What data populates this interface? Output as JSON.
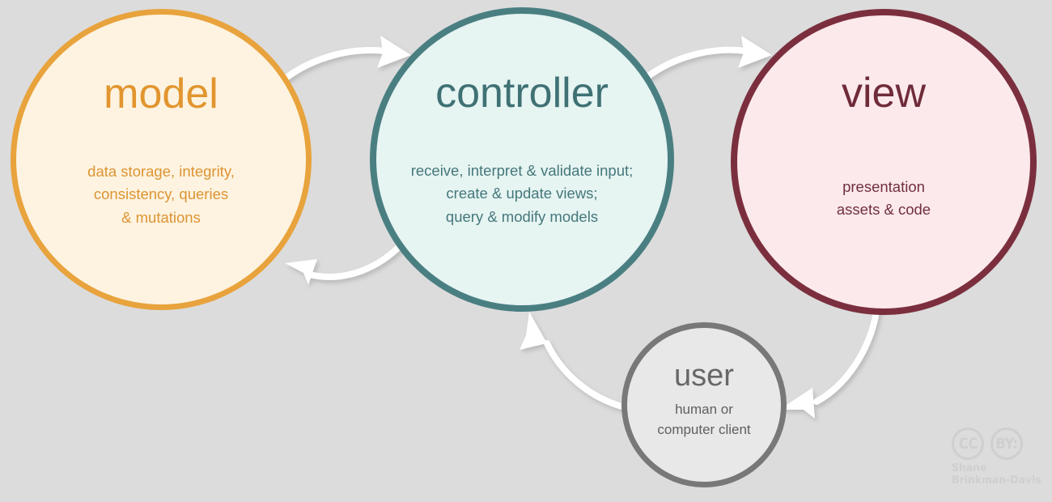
{
  "diagram": {
    "type": "mvc-architecture-cycle",
    "background_color": "#dcdcdc",
    "nodes": [
      {
        "id": "model",
        "title": "model",
        "description": "data storage, integrity,\nconsistency, queries\n& mutations",
        "description_lines": [
          "data storage, integrity,",
          "consistency, queries",
          "& mutations"
        ],
        "border_color": "#e8a33d",
        "fill_color": "#fdf3e0",
        "text_color": "#dd9432"
      },
      {
        "id": "controller",
        "title": "controller",
        "description": "receive, interpret & validate input;\ncreate & update views;\nquery & modify models",
        "description_lines": [
          "receive, interpret & validate input;",
          "create & update views;",
          "query & modify models"
        ],
        "border_color": "#4a7f82",
        "fill_color": "#e6f4f2",
        "text_color": "#45787b"
      },
      {
        "id": "view",
        "title": "view",
        "description": "presentation\nassets & code",
        "description_lines": [
          "presentation",
          "assets & code"
        ],
        "border_color": "#7b2f3e",
        "fill_color": "#fce9ec",
        "text_color": "#70303d"
      },
      {
        "id": "user",
        "title": "user",
        "description": "human or\ncomputer client",
        "description_lines": [
          "human or",
          "computer client"
        ],
        "border_color": "#787878",
        "fill_color": "#e8e8e8",
        "text_color": "#5f5f5f"
      }
    ],
    "arrows": [
      {
        "id": "model-to-controller",
        "from": "model",
        "to": "controller",
        "color": "#ffffff"
      },
      {
        "id": "controller-to-model",
        "from": "controller",
        "to": "model",
        "color": "#ffffff"
      },
      {
        "id": "controller-to-view",
        "from": "controller",
        "to": "view",
        "color": "#ffffff"
      },
      {
        "id": "view-to-user",
        "from": "view",
        "to": "user",
        "color": "#ffffff"
      },
      {
        "id": "user-to-controller",
        "from": "user",
        "to": "controller",
        "color": "#ffffff"
      }
    ]
  },
  "license": {
    "cc_mark": "CC",
    "by_mark": "BY:",
    "attribution_line_1": "Shane",
    "attribution_line_2": "Brinkman-Davis",
    "color": "#cfcfcf"
  }
}
